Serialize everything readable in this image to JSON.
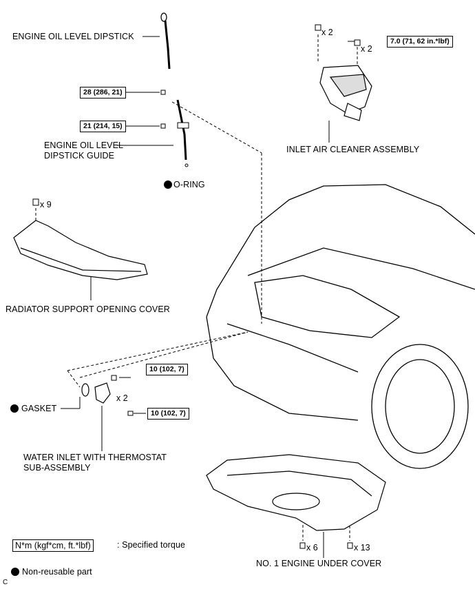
{
  "labels": {
    "dipstick": "ENGINE OIL LEVEL DIPSTICK",
    "guide_line1": "ENGINE OIL LEVEL",
    "guide_line2": "DIPSTICK GUIDE",
    "oring": "O-RING",
    "inlet_air": "INLET AIR CLEANER ASSEMBLY",
    "radiator": "RADIATOR SUPPORT OPENING COVER",
    "gasket": "GASKET",
    "water_line1": "WATER INLET WITH THERMOSTAT",
    "water_line2": "SUB-ASSEMBLY",
    "under_cover": "NO. 1 ENGINE UNDER COVER"
  },
  "torques": {
    "guide_top": "28 (286, 21)",
    "guide_mid": "21 (214, 15)",
    "air_cleaner": "7.0 (71, 62 in.*lbf)",
    "water_1": "10 (102, 7)",
    "water_2": "10 (102, 7)"
  },
  "quantities": {
    "air_1": "x 2",
    "air_2": "x 2",
    "radiator": "x 9",
    "water": "x 2",
    "under_1": "x 6",
    "under_2": "x 13"
  },
  "legend": {
    "unit": "N*m (kgf*cm, ft.*lbf)",
    "unit_desc": ": Specified torque",
    "nonreusable": "Non-reusable part",
    "corner": "C"
  },
  "icons": [
    "bolt-icon",
    "nonreusable-dot-icon"
  ],
  "colors": {
    "ink": "#000000",
    "paper": "#ffffff",
    "shade": "#c8c8c8"
  }
}
